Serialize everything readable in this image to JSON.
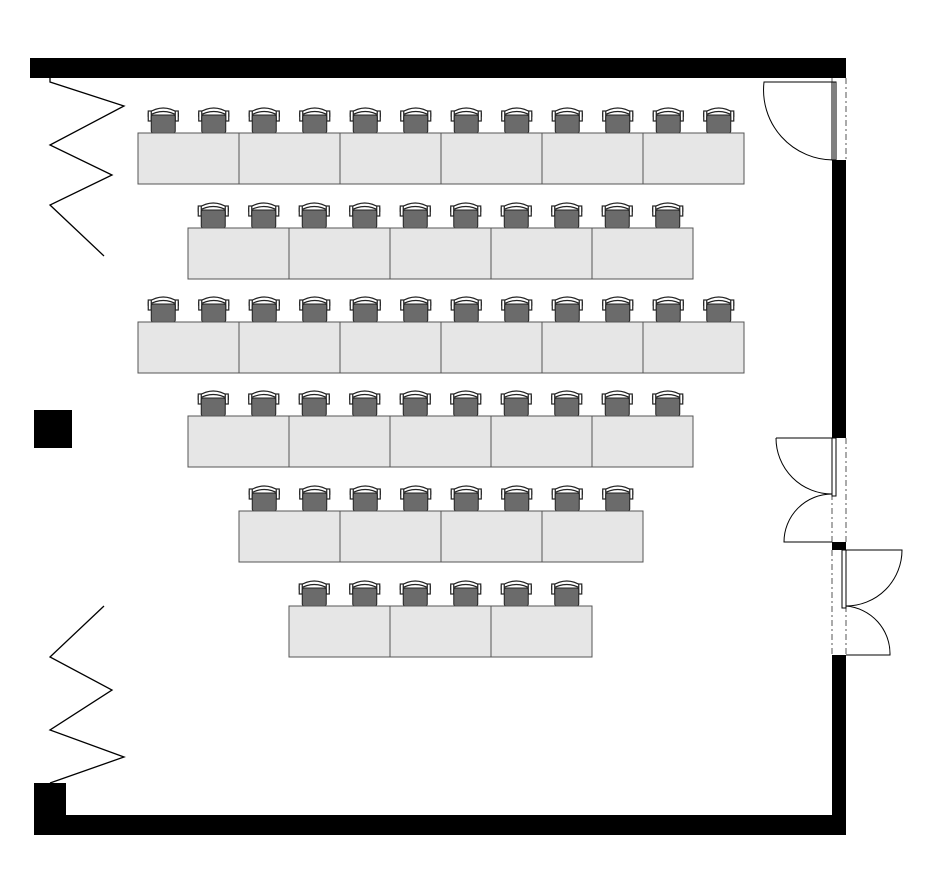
{
  "plan": {
    "kind": "classroom-floor-plan",
    "layout_style": "tiered-desk-rows",
    "rows": [
      {
        "id": "row-1",
        "desks": 6,
        "seats": 12
      },
      {
        "id": "row-2",
        "desks": 5,
        "seats": 10
      },
      {
        "id": "row-3",
        "desks": 6,
        "seats": 12
      },
      {
        "id": "row-4",
        "desks": 5,
        "seats": 10
      },
      {
        "id": "row-5",
        "desks": 4,
        "seats": 8
      },
      {
        "id": "row-6",
        "desks": 3,
        "seats": 6
      }
    ],
    "doors": 3,
    "folding_partitions": 2,
    "columns": 2,
    "colors": {
      "wall": "#000000",
      "desk_fill": "#e6e6e6",
      "desk_stroke": "#555555",
      "chair_seat": "#6b6b6b"
    }
  }
}
